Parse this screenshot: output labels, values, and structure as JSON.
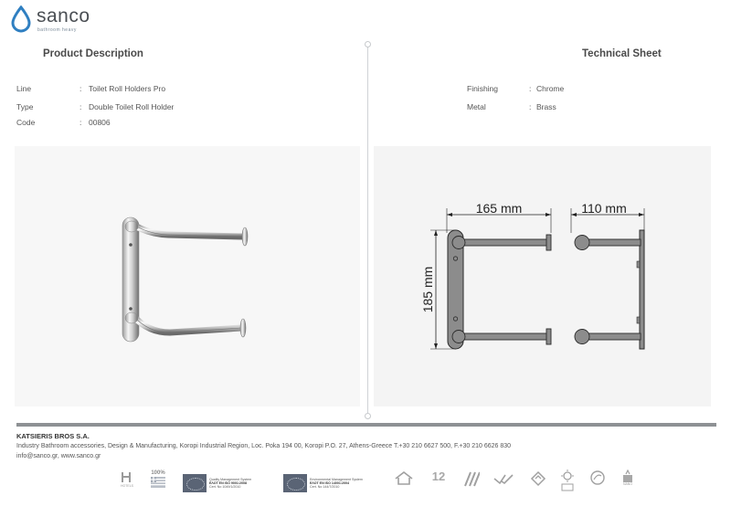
{
  "brand": {
    "name": "sanco",
    "tagline": "bathroom heavy"
  },
  "left": {
    "heading": "Product Description",
    "specs": [
      {
        "label": "Line",
        "value": "Toilet Roll Holders Pro"
      },
      {
        "label": "Type",
        "value": "Double Toilet Roll Holder"
      },
      {
        "label": "Code",
        "value": "00806"
      }
    ]
  },
  "right": {
    "heading": "Technical Sheet",
    "specs": [
      {
        "label": "Finishing",
        "value": "Chrome"
      },
      {
        "label": "Metal",
        "value": "Brass"
      }
    ]
  },
  "dimensions": {
    "width": "165 mm",
    "depth": "110 mm",
    "height": "185 mm"
  },
  "colon": ":",
  "footer": {
    "company": "KATSIERIS BROS S.A.",
    "address": "Industry Bathroom accessories, Design & Manufacturing, Koropi Industrial Region, Loc. Poka 194 00, Koropi P.O. 27, Athens-Greece   T.+30 210 6627 500, F.+30 210 6626 830",
    "contacts": "info@sanco.gr, www.sanco.gr"
  },
  "certifications": {
    "hotels": "HOTELS",
    "greece": "100%",
    "iso9001": {
      "line1": "Quality Management System",
      "line2": "ΕΛΟΤ EN ISO 9001:2008",
      "line3": "Cert. No 1049/1/2010"
    },
    "iso14001": {
      "line1": "Environmental Management System",
      "line2": "ΕΛΟΤ EN ISO 14001:2004",
      "line3": "Cert. No 144/7/2010"
    },
    "years": "12",
    "nano": "NANO"
  },
  "colors": {
    "divider": "#d0d3d6",
    "footer_rule": "#8e9194",
    "brand_blue": "#2f7fc1",
    "drawing_fill": "#8c8c8c",
    "drawing_stroke": "#2b2b2b"
  }
}
